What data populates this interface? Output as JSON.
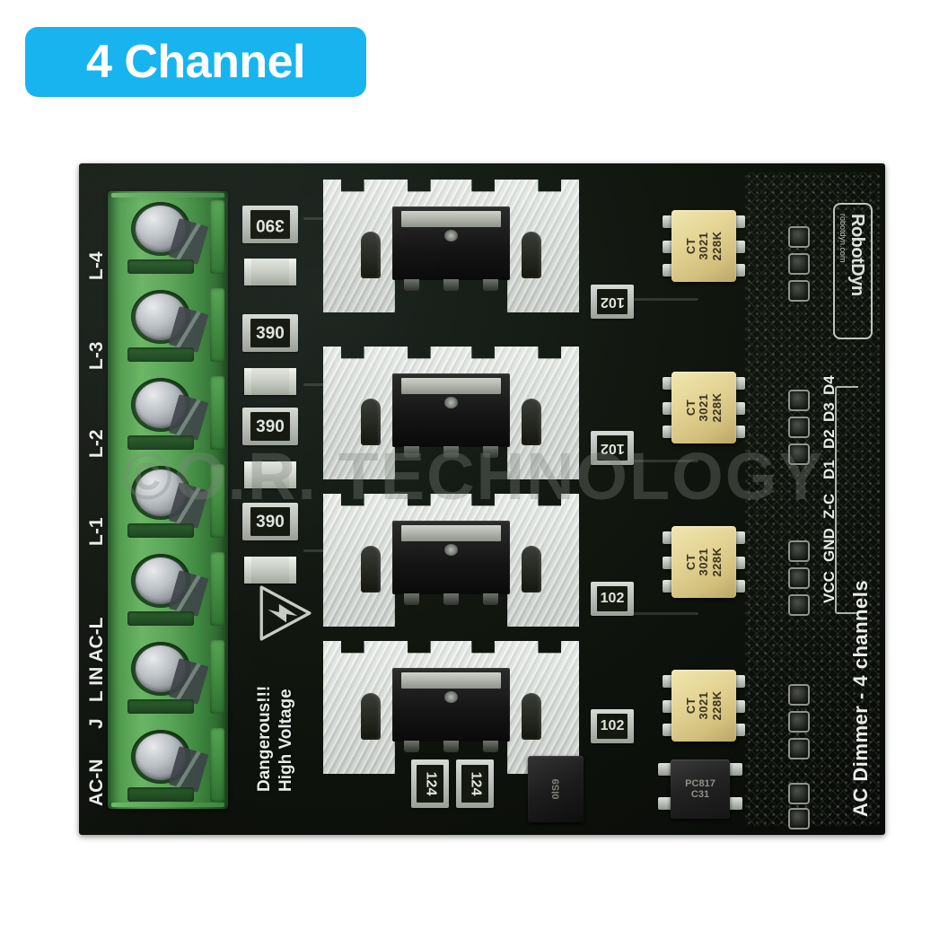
{
  "badge": {
    "label": "4 Channel",
    "bg_color": "#18b4f0",
    "text_color": "#ffffff"
  },
  "watermark": {
    "text": "©O.R. TECHNOLOGY"
  },
  "board": {
    "name": "AC Dimmer - 4 channels",
    "brand": "RobotDyn",
    "brand_site": "robotdyn.com",
    "solder_mask_color": "#11160f",
    "terminal_block_color": "#58a455",
    "warning": {
      "line1": "Dangerous!!!",
      "line2": "High Voltage",
      "icon": "high-voltage-triangle-icon"
    },
    "terminal_labels": [
      "L-4",
      "L-3",
      "L-2",
      "L-1",
      "L IN AC-L",
      "J",
      "AC-N"
    ],
    "header_pin_labels": [
      "VCC",
      "GND",
      "Z-C",
      "D1",
      "D2",
      "D3",
      "D4"
    ],
    "resistors_390": [
      "390",
      "390",
      "390",
      "390"
    ],
    "resistors_102": [
      "102",
      "102",
      "102",
      "102"
    ],
    "resistors_124": [
      "124",
      "124"
    ],
    "optocouplers": [
      {
        "line1": "CT",
        "line2": "3021",
        "line3": "228K"
      },
      {
        "line1": "CT",
        "line2": "3021",
        "line3": "228K"
      },
      {
        "line1": "CT",
        "line2": "3021",
        "line3": "228K"
      },
      {
        "line1": "CT",
        "line2": "3021",
        "line3": "228K"
      }
    ],
    "optocoupler_black": {
      "line1": "PC817",
      "line2": "C31"
    },
    "transistor": {
      "marking": "0lS9"
    },
    "channel_count": 4
  }
}
